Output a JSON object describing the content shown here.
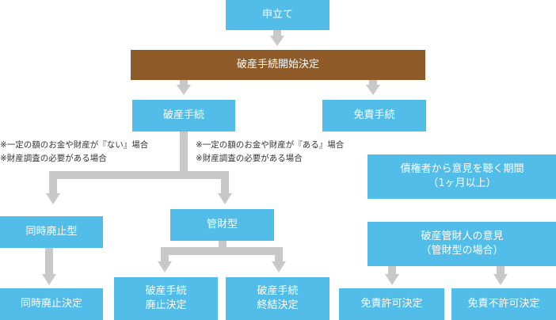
{
  "nodes": {
    "moushitate": "申立て",
    "hasan_kaishi": "破産手続開始決定",
    "hasan_tetsuzuki": "破産手続",
    "menseki_tetsuzuki": "免責手続",
    "doji_haishi": "同時廃止型",
    "kanzai": "管財型",
    "doji_haishi_kettei": "同時廃止決定",
    "haishi_kettei_l1": "破産手続",
    "haishi_kettei_l2": "廃止決定",
    "shuketsu_kettei_l1": "破産手続",
    "shuketsu_kettei_l2": "終結決定",
    "saikensha_l1": "債権者から意見を聴く期間",
    "saikensha_l2": "（1ヶ月以上）",
    "kanzainin_l1": "破産管財人の意見",
    "kanzainin_l2": "（管財型の場合）",
    "menseki_kyoka": "免責許可決定",
    "menseki_fukyoka": "免責不許可決定"
  },
  "notes": {
    "left_1": "※一定の額のお金や財産が『ない』場合",
    "left_2": "※財産調査の必要がある場合",
    "right_1": "※一定の額のお金や財産が『ある』場合",
    "right_2": "※財産調査の必要がある場合"
  },
  "colors": {
    "box_blue": "#52bde9",
    "box_brown": "#8e5a27",
    "connector_gray": "#c8c8c8"
  }
}
